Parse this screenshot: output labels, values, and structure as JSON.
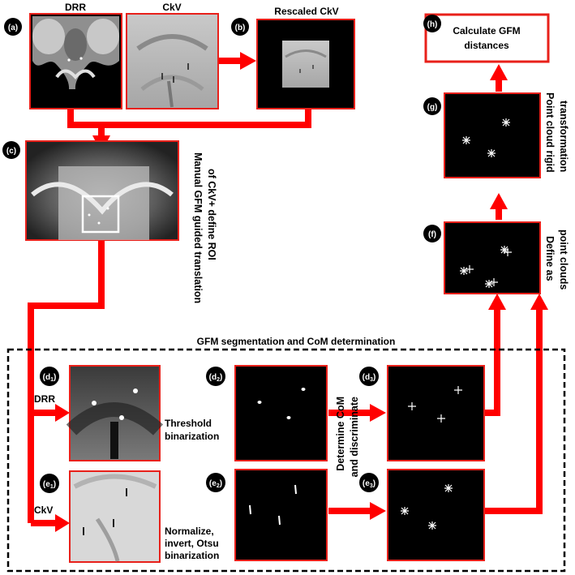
{
  "colors": {
    "arrow": "#ff0000",
    "frame": "#e8201a",
    "panel_bg": "#000000",
    "cross": "#ffffff"
  },
  "titles": {
    "drr": "DRR",
    "ckv": "CkV",
    "rescaled": "Rescaled CkV",
    "section": "GFM segmentation and CoM determination"
  },
  "badges": {
    "a": "(a)",
    "b": "(b)",
    "c": "(c)",
    "d1_main": "(d",
    "d1_sub": "1",
    "d1_close": ")",
    "d2_main": "(d",
    "d2_sub": "2",
    "d2_close": ")",
    "d3_main": "(d",
    "d3_sub": "3",
    "d3_close": ")",
    "e1_main": "(e",
    "e1_sub": "1",
    "e1_close": ")",
    "e2_main": "(e",
    "e2_sub": "2",
    "e2_close": ")",
    "e3_main": "(e",
    "e3_sub": "3",
    "e3_close": ")",
    "f": "(f)",
    "g": "(g)",
    "h": "(h)"
  },
  "labels": {
    "final_box_line1": "Calculate GFM",
    "final_box_line2": "distances",
    "manual_line1": "Manual GFM guided translation",
    "manual_line2": "of CkV+ define ROI",
    "define_line1": "Define as",
    "define_line2": "point clouds",
    "rigid_line1": "Point cloud rigid",
    "rigid_line2": "transformation",
    "com_line1": "Determine CoM",
    "com_line2": "and discriminate",
    "threshold_line1": "Threshold",
    "threshold_line2": "binarization",
    "normalize_line1": "Normalize,",
    "normalize_line2": "invert, Otsu",
    "normalize_line3": "binarization",
    "row_drr": "DRR",
    "row_ckv": "CkV"
  }
}
